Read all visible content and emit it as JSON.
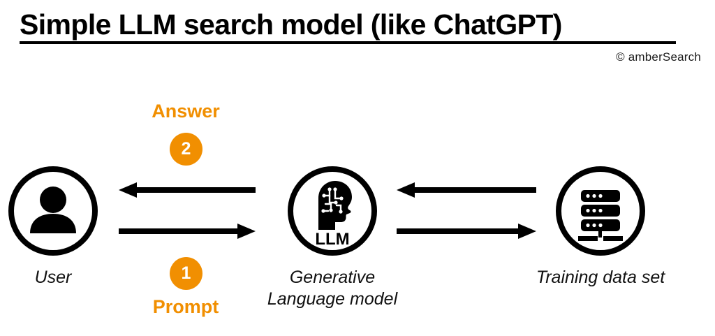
{
  "header": {
    "title": "Simple LLM search model (like ChatGPT)",
    "copyright": "© amberSearch"
  },
  "colors": {
    "accent_orange": "#F18F01",
    "ink_black": "#000000",
    "background": "#FFFFFF"
  },
  "nodes": [
    {
      "id": "user",
      "icon": "user-person-icon",
      "caption": "User",
      "inner_label": ""
    },
    {
      "id": "llm",
      "icon": "ai-head-circuit-icon",
      "caption": "Generative\nLanguage model",
      "inner_label": "LLM"
    },
    {
      "id": "training-data",
      "icon": "server-stack-icon",
      "caption": "Training data set",
      "inner_label": ""
    }
  ],
  "flows": [
    {
      "id": "prompt",
      "step": "1",
      "label": "Prompt",
      "direction": "right",
      "from": "user",
      "to": "llm"
    },
    {
      "id": "answer",
      "step": "2",
      "label": "Answer",
      "direction": "left",
      "from": "llm",
      "to": "user"
    },
    {
      "id": "training-query",
      "step": "",
      "label": "",
      "direction": "right",
      "from": "llm",
      "to": "training-data"
    },
    {
      "id": "training-return",
      "step": "",
      "label": "",
      "direction": "left",
      "from": "training-data",
      "to": "llm"
    }
  ]
}
